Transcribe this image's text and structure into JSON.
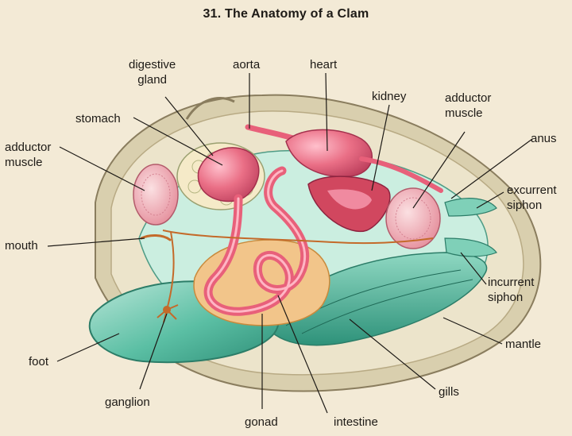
{
  "title": "31.  The Anatomy of a Clam",
  "labels": {
    "digestive_gland": "digestive\ngland",
    "aorta": "aorta",
    "heart": "heart",
    "kidney": "kidney",
    "adductor_muscle_right": "adductor\nmuscle",
    "stomach": "stomach",
    "anus": "anus",
    "adductor_muscle_left": "adductor\nmuscle",
    "excurrent_siphon": "excurrent\nsiphon",
    "mouth": "mouth",
    "incurrent_siphon": "incurrent\nsiphon",
    "mantle": "mantle",
    "foot": "foot",
    "gills": "gills",
    "ganglion": "ganglion",
    "gonad": "gonad",
    "intestine": "intestine"
  },
  "colors": {
    "background": "#f3ead6",
    "shell": "#d9cfae",
    "mantle": "#4fb59a",
    "organ_pink": "#e8607a",
    "muscle": "#efb2b8",
    "gonad": "#f2c58a",
    "nerve": "#c46a2a",
    "leader": "#1d1a16"
  }
}
